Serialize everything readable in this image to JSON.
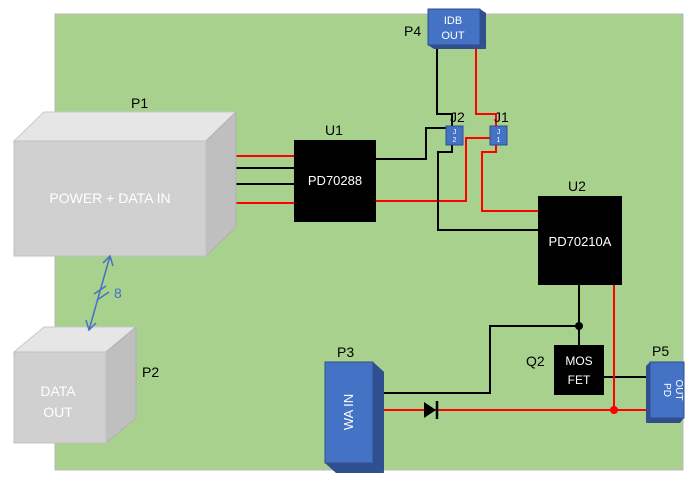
{
  "colors": {
    "board": "#a9d18e",
    "board_border": "#b9b9b9",
    "box_front": "#d0d0d0",
    "box_top": "#e6e6e6",
    "box_side": "#bfbfbf",
    "chip": "#000000",
    "wire_red": "#ff0000",
    "wire_black": "#000000",
    "connector_blue": "#4472c4",
    "connector_dark": "#2f4f8f",
    "cable_blue": "#4472c4"
  },
  "ports": {
    "p1": {
      "label": "P1",
      "text": "POWER + DATA IN"
    },
    "p2": {
      "label": "P2",
      "text_line1": "DATA",
      "text_line2": "OUT"
    },
    "p3": {
      "label": "P3",
      "text": "WA IN"
    },
    "p4": {
      "label": "P4",
      "text_line1": "IDB",
      "text_line2": "OUT"
    },
    "p5": {
      "label": "P5",
      "text_line1": "PD",
      "text_line2": "OUT"
    }
  },
  "chips": {
    "u1": {
      "label": "U1",
      "text": "PD70288"
    },
    "u2": {
      "label": "U2",
      "text": "PD70210A"
    },
    "q2": {
      "label": "Q2",
      "text_line1": "MOS",
      "text_line2": "FET"
    }
  },
  "jumpers": {
    "j1": {
      "label": "J1",
      "pin1": "J",
      "pin2": "1"
    },
    "j2": {
      "label": "J2",
      "pin1": "J",
      "pin2": "2"
    }
  },
  "cable": {
    "count": "8"
  }
}
